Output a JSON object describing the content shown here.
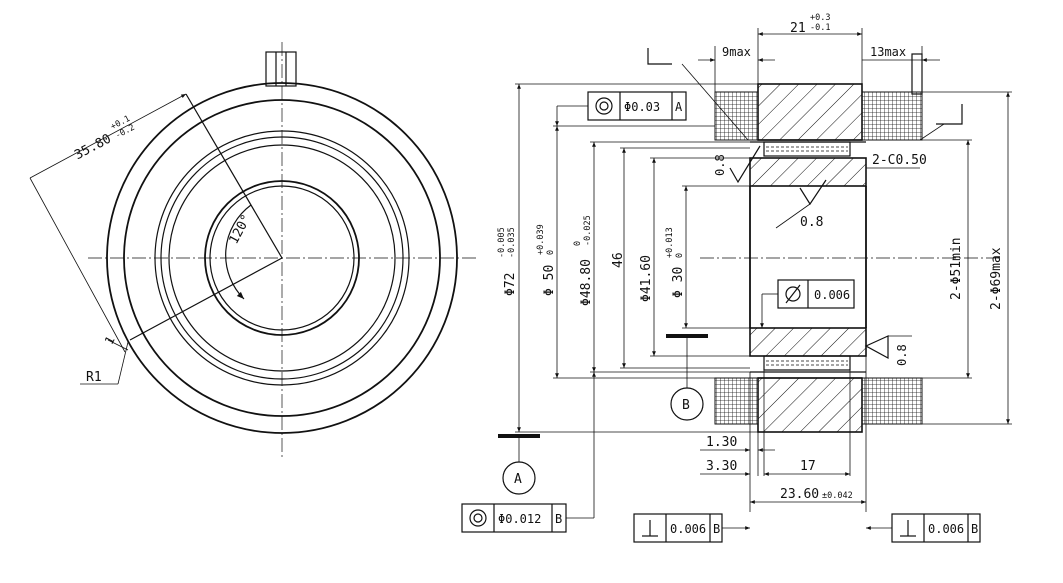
{
  "front_view": {
    "dim_35_80": "35.80",
    "dim_35_80_upper": "+0.1",
    "dim_35_80_lower": "-0.2",
    "angle": "120°",
    "radius": "R1",
    "chamfer": "1"
  },
  "section_view": {
    "dim_21": "21",
    "dim_21_upper": "+0.3",
    "dim_21_lower": "-0.1",
    "dim_9max": "9max",
    "dim_13max": "13max",
    "dim_72": "Φ72",
    "dim_72_upper": "-0.005",
    "dim_72_lower": "-0.035",
    "dim_50": "Φ 50",
    "dim_50_upper": "+0.039",
    "dim_50_lower": "0",
    "dim_48_80": "Φ48.80",
    "dim_48_80_upper": "0",
    "dim_48_80_lower": "-0.025",
    "dim_46": "46",
    "dim_41_60": "Φ41.60",
    "dim_30": "Φ 30",
    "dim_30_upper": "+0.013",
    "dim_30_lower": "0",
    "dim_51min": "2-Φ51min",
    "dim_69max": "2-Φ69max",
    "chamfer": "2-C0.50",
    "roughness_1": "0.8",
    "roughness_2": "0.8",
    "roughness_3": "0.8",
    "dim_1_30": "1.30",
    "dim_3_30": "3.30",
    "dim_17": "17",
    "dim_23_60": "23.60",
    "dim_23_60_tol": "±0.042"
  },
  "datums": {
    "a": "A",
    "b": "B"
  },
  "gdt": {
    "concentricity_top": {
      "value": "Φ0.03",
      "datum": "A"
    },
    "concentricity_bottom": {
      "value": "Φ0.012",
      "datum": "B"
    },
    "cylindricity": {
      "value": "0.006"
    },
    "perpendicular_left": {
      "value": "0.006",
      "datum": "B"
    },
    "perpendicular_right": {
      "value": "0.006",
      "datum": "B"
    }
  }
}
